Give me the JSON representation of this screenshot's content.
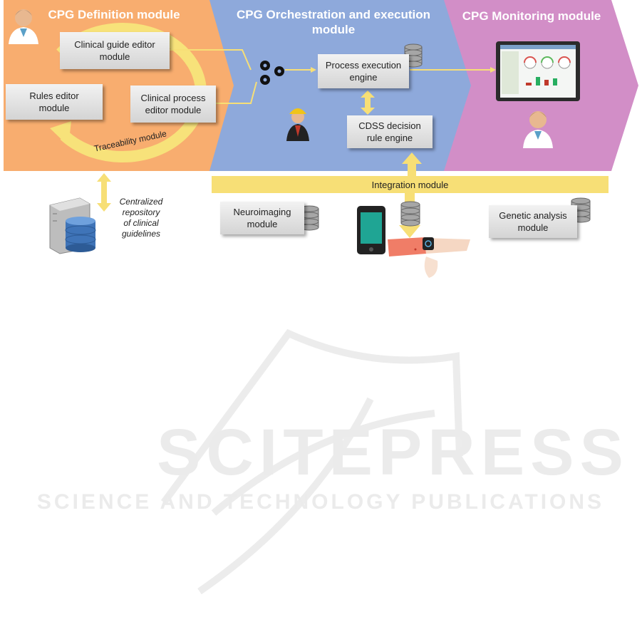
{
  "sections": {
    "definition": {
      "title": "CPG Definition module",
      "color": "#f8ad6f"
    },
    "orchestration": {
      "title": "CPG Orchestration and execution\nmodule",
      "color": "#8ea9db"
    },
    "monitoring": {
      "title": "CPG Monitoring module",
      "color": "#d28ec7"
    }
  },
  "modules": {
    "clinical_guide_editor": "Clinical guide editor\nmodule",
    "rules_editor": "Rules editor\nmodule",
    "clinical_process_editor": "Clinical process\neditor module",
    "traceability": "Traceability module",
    "process_execution_engine": "Process execution\nengine",
    "cdss_rule_engine": "CDSS decision\nrule engine",
    "integration": "Integration module",
    "neuroimaging": "Neuroimaging\nmodule",
    "genetic_analysis": "Genetic analysis\nmodule"
  },
  "repository_label": "Centralized\nrepository\nof clinical\nguidelines",
  "watermark": {
    "main": "SCITEPRESS",
    "sub": "SCIENCE AND TECHNOLOGY PUBLICATIONS"
  },
  "colors": {
    "arrow": "#f7df76",
    "db": "#9a9a9a"
  }
}
